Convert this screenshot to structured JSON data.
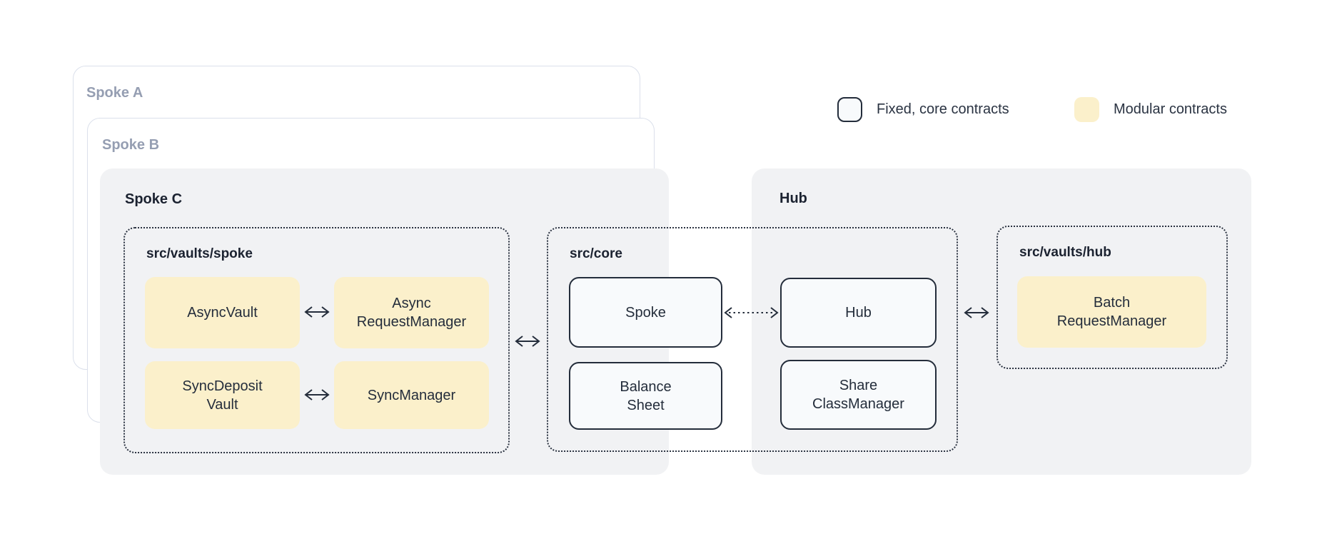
{
  "cards": {
    "spoke_a": {
      "label": "Spoke A"
    },
    "spoke_b": {
      "label": "Spoke B"
    },
    "spoke_c": {
      "label": "Spoke C"
    },
    "hub": {
      "label": "Hub"
    }
  },
  "legend": {
    "fixed": {
      "label": "Fixed, core contracts",
      "swatch_color": "#f8fafc",
      "swatch_border": "#242d3b"
    },
    "modular": {
      "label": "Modular contracts",
      "swatch_color": "#fbf0cb"
    }
  },
  "groups": {
    "vaults_spoke": {
      "label": "src/vaults/spoke"
    },
    "core": {
      "label": "src/core"
    },
    "vaults_hub": {
      "label": "src/vaults/hub"
    }
  },
  "boxes": {
    "async_vault": {
      "line1": "AsyncVault"
    },
    "async_request_manager": {
      "line1": "Async",
      "line2": "RequestManager"
    },
    "sync_deposit_vault": {
      "line1": "SyncDeposit",
      "line2": "Vault"
    },
    "sync_manager": {
      "line1": "SyncManager"
    },
    "spoke": {
      "line1": "Spoke"
    },
    "balance_sheet": {
      "line1": "Balance",
      "line2": "Sheet"
    },
    "hub": {
      "line1": "Hub"
    },
    "share_class_manager": {
      "line1": "Share",
      "line2": "ClassManager"
    },
    "batch_request_manager": {
      "line1": "Batch",
      "line2": "RequestManager"
    }
  },
  "colors": {
    "panel_gray": "#f1f2f4",
    "modular_yellow": "#fbf0cb",
    "fixed_fill": "#f8fafc",
    "line_dark": "#242d3b",
    "ghost_border": "#dbe0eb",
    "ghost_text": "#959eb2"
  }
}
